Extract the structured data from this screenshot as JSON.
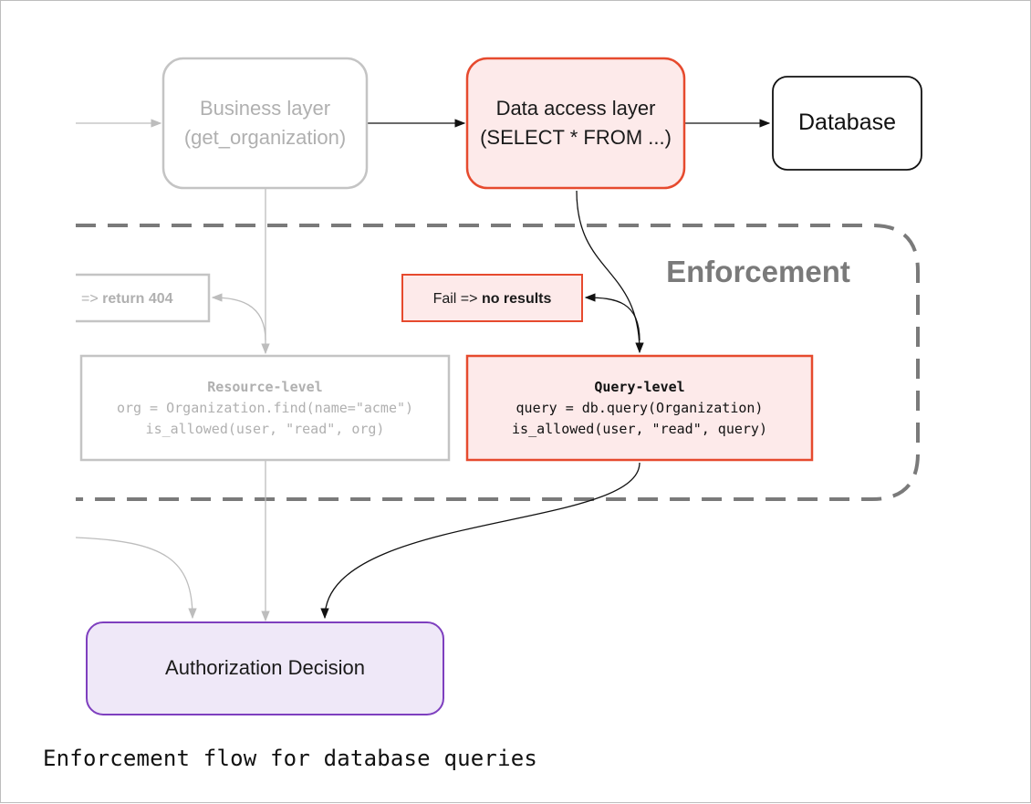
{
  "nodes": {
    "business": {
      "line1": "Business layer",
      "line2": "(get_organization)"
    },
    "data_access": {
      "line1": "Data access layer",
      "line2": "(SELECT  * FROM ...)"
    },
    "database": {
      "label": "Database"
    },
    "enforcement": {
      "label": "Enforcement"
    },
    "fail_no_results": {
      "prefix": "Fail => ",
      "bold": "no results"
    },
    "return_404": {
      "prefix": "=> ",
      "bold": "return 404"
    },
    "resource_level": {
      "title": "Resource-level",
      "line1": "org = Organization.find(name=\"acme\")",
      "line2": "is_allowed(user, \"read\", org)"
    },
    "query_level": {
      "title": "Query-level",
      "line1": "query = db.query(Organization)",
      "line2": "is_allowed(user, \"read\", query)"
    },
    "authorization_decision": {
      "label": "Authorization Decision"
    }
  },
  "caption": "Enforcement flow for database queries",
  "colors": {
    "highlight_stroke": "#e64a2e",
    "highlight_fill": "#fdeaea",
    "muted": "#c4c4c4",
    "muted_text": "#a8a8a8",
    "purple_stroke": "#7e3fbf",
    "purple_fill": "#efe8f8",
    "dashed": "#7a7a7a"
  }
}
